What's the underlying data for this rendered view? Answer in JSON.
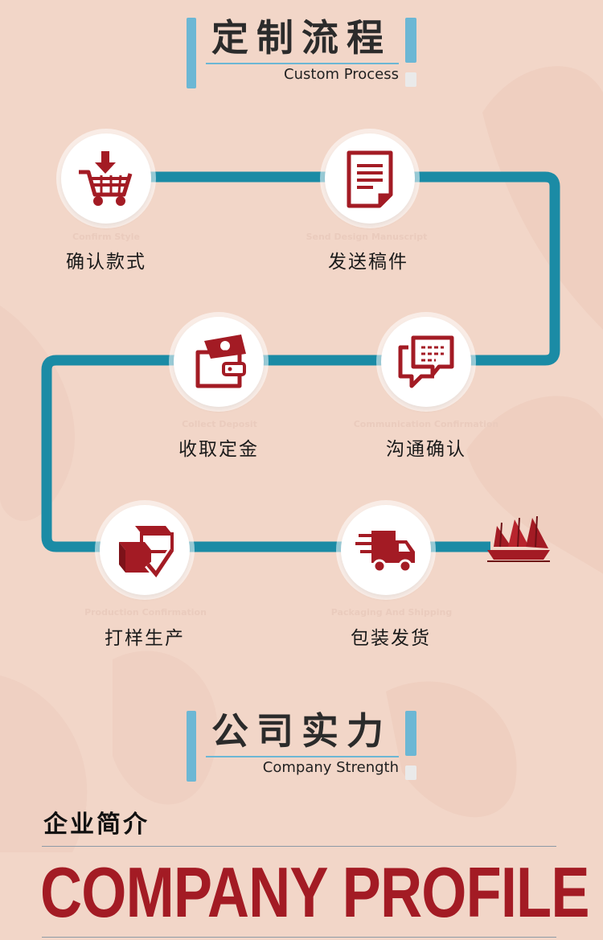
{
  "colors": {
    "background": "#f2d6c8",
    "path": "#1b8ba5",
    "icon": "#a31b24",
    "accent_bar": "#6cb7d4"
  },
  "section1": {
    "title_cn": "定制流程",
    "title_en": "Custom Process"
  },
  "steps": [
    {
      "en": "Confirm Style",
      "cn": "确认款式",
      "icon": "shopping-cart-icon"
    },
    {
      "en": "Send Design Manuscript",
      "cn": "发送稿件",
      "icon": "document-icon"
    },
    {
      "en": "Collect Deposit",
      "cn": "收取定金",
      "icon": "wallet-icon"
    },
    {
      "en": "Communication Confirmation",
      "cn": "沟通确认",
      "icon": "chat-icon"
    },
    {
      "en": "Production Confirmation",
      "cn": "打样生产",
      "icon": "boxes-check-icon"
    },
    {
      "en": "Packaging And Shipping",
      "cn": "包装发货",
      "icon": "delivery-truck-icon"
    }
  ],
  "section2": {
    "title_cn": "公司实力",
    "title_en": "Company Strength"
  },
  "profile": {
    "title_cn": "企业简介",
    "title_en": "COMPANY PROFILE"
  }
}
